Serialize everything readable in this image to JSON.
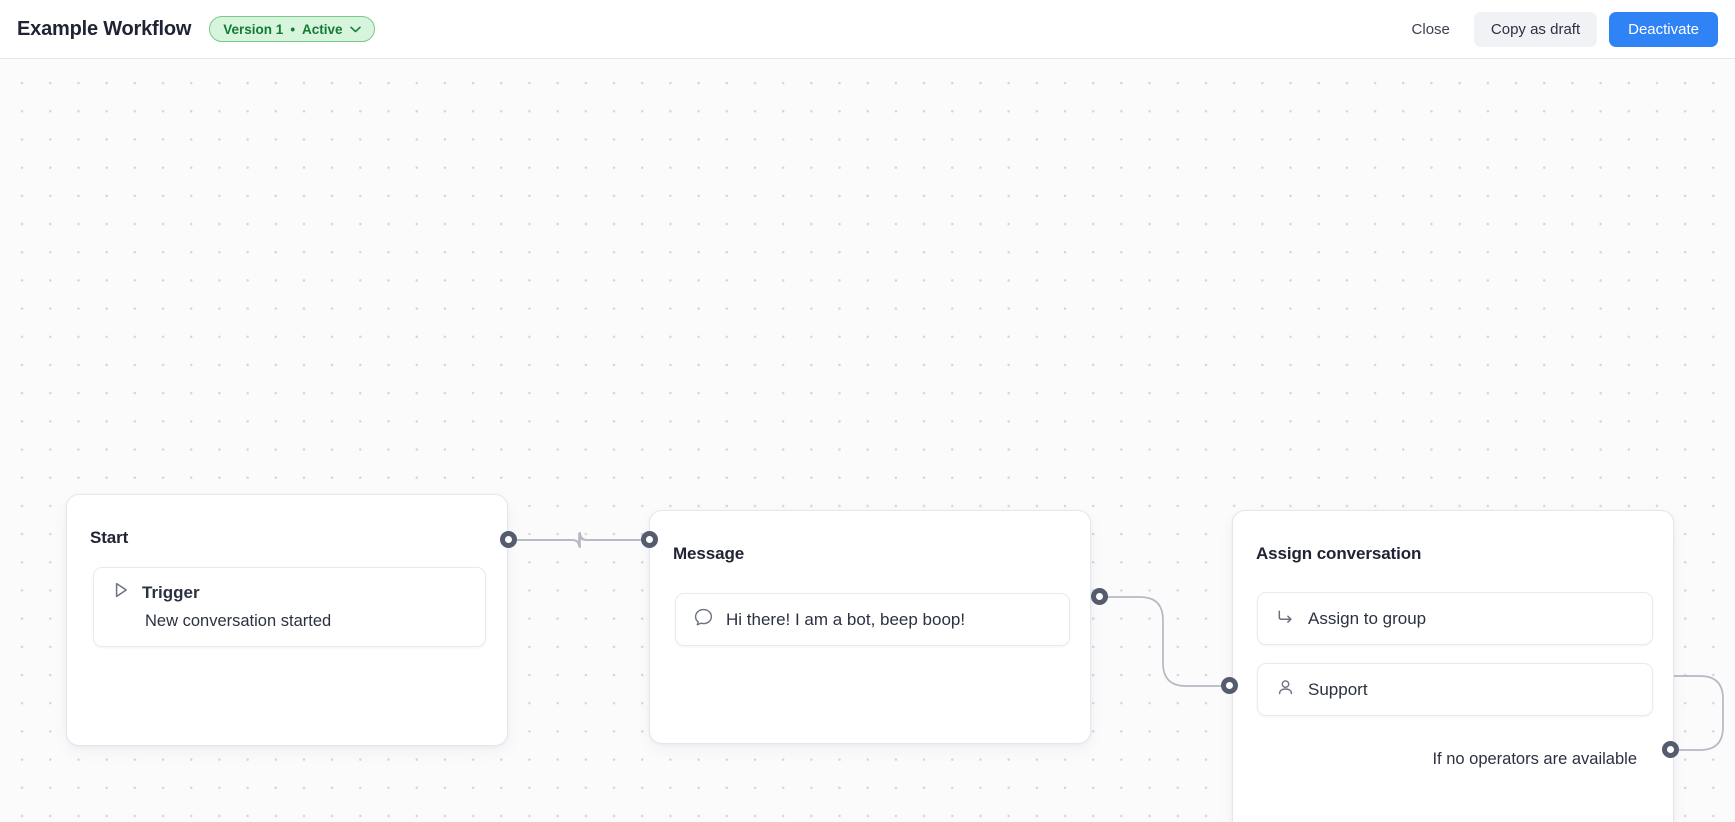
{
  "header": {
    "title": "Example Workflow",
    "version_badge": {
      "version": "Version 1",
      "separator": "•",
      "status": "Active",
      "bg_color": "#d7f5dd",
      "text_color": "#147a33",
      "border_color": "#7bc98a"
    },
    "close_label": "Close",
    "copy_draft_label": "Copy as draft",
    "deactivate_label": "Deactivate",
    "deactivate_color": "#2f83f5",
    "draft_bg_color": "#f1f2f5"
  },
  "canvas": {
    "background_color": "#fbfbfc",
    "dot_color": "#d4d5de",
    "edge_color": "#b6b9c4",
    "port_color": "#555c6e"
  },
  "nodes": {
    "start": {
      "title": "Start",
      "trigger_label": "Trigger",
      "trigger_sub": "New conversation started",
      "trigger_icon": "play-triangle-icon"
    },
    "message": {
      "title": "Message",
      "text": "Hi there! I am a bot, beep boop!",
      "icon": "speech-bubble-icon"
    },
    "assign": {
      "title": "Assign conversation",
      "action_label": "Assign to group",
      "action_icon": "arrow-turn-right-icon",
      "group_label": "Support",
      "group_icon": "person-icon",
      "fallback_label": "If no operators are available"
    }
  }
}
